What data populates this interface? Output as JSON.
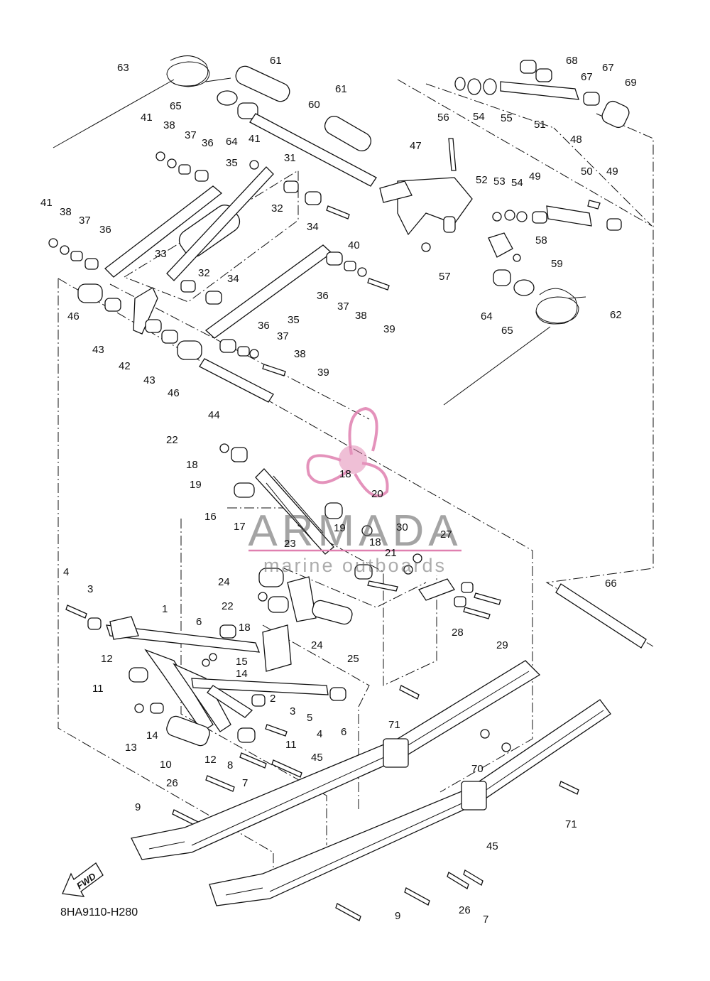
{
  "diagram_code": "8HA9110-H280",
  "fwd_label": "FWD",
  "watermark": {
    "brand": "ARMADA",
    "tagline": "marine outboards",
    "color": "#e080b0"
  },
  "callouts": [
    {
      "id": "c63a",
      "text": "63"
    },
    {
      "id": "c61a",
      "text": "61"
    },
    {
      "id": "c61b",
      "text": "61"
    },
    {
      "id": "c60",
      "text": "60"
    },
    {
      "id": "c65a",
      "text": "65"
    },
    {
      "id": "c64a",
      "text": "64"
    },
    {
      "id": "c41a",
      "text": "41"
    },
    {
      "id": "c38a",
      "text": "38"
    },
    {
      "id": "c37a",
      "text": "37"
    },
    {
      "id": "c36a",
      "text": "36"
    },
    {
      "id": "c41b",
      "text": "41"
    },
    {
      "id": "c31",
      "text": "31"
    },
    {
      "id": "c35a",
      "text": "35"
    },
    {
      "id": "c32a",
      "text": "32"
    },
    {
      "id": "c34a",
      "text": "34"
    },
    {
      "id": "c40",
      "text": "40"
    },
    {
      "id": "c41c",
      "text": "41"
    },
    {
      "id": "c38b",
      "text": "38"
    },
    {
      "id": "c37b",
      "text": "37"
    },
    {
      "id": "c36b",
      "text": "36"
    },
    {
      "id": "c33",
      "text": "33"
    },
    {
      "id": "c32b",
      "text": "32"
    },
    {
      "id": "c34b",
      "text": "34"
    },
    {
      "id": "c36c",
      "text": "36"
    },
    {
      "id": "c37c",
      "text": "37"
    },
    {
      "id": "c38c",
      "text": "38"
    },
    {
      "id": "c39a",
      "text": "39"
    },
    {
      "id": "c35b",
      "text": "35"
    },
    {
      "id": "c36d",
      "text": "36"
    },
    {
      "id": "c37d",
      "text": "37"
    },
    {
      "id": "c38d",
      "text": "38"
    },
    {
      "id": "c39b",
      "text": "39"
    },
    {
      "id": "c46a",
      "text": "46"
    },
    {
      "id": "c43a",
      "text": "43"
    },
    {
      "id": "c42",
      "text": "42"
    },
    {
      "id": "c43b",
      "text": "43"
    },
    {
      "id": "c46b",
      "text": "46"
    },
    {
      "id": "c44",
      "text": "44"
    },
    {
      "id": "c68",
      "text": "68"
    },
    {
      "id": "c67a",
      "text": "67"
    },
    {
      "id": "c67b",
      "text": "67"
    },
    {
      "id": "c69",
      "text": "69"
    },
    {
      "id": "c54a",
      "text": "54"
    },
    {
      "id": "c55",
      "text": "55"
    },
    {
      "id": "c51",
      "text": "51"
    },
    {
      "id": "c56",
      "text": "56"
    },
    {
      "id": "c47",
      "text": "47"
    },
    {
      "id": "c48",
      "text": "48"
    },
    {
      "id": "c52",
      "text": "52"
    },
    {
      "id": "c53",
      "text": "53"
    },
    {
      "id": "c54b",
      "text": "54"
    },
    {
      "id": "c49a",
      "text": "49"
    },
    {
      "id": "c50",
      "text": "50"
    },
    {
      "id": "c49b",
      "text": "49"
    },
    {
      "id": "c58",
      "text": "58"
    },
    {
      "id": "c59",
      "text": "59"
    },
    {
      "id": "c57",
      "text": "57"
    },
    {
      "id": "c64b",
      "text": "64"
    },
    {
      "id": "c65b",
      "text": "65"
    },
    {
      "id": "c62",
      "text": "62"
    },
    {
      "id": "c22a",
      "text": "22"
    },
    {
      "id": "c18a",
      "text": "18"
    },
    {
      "id": "c19a",
      "text": "19"
    },
    {
      "id": "c18b",
      "text": "18"
    },
    {
      "id": "c20",
      "text": "20"
    },
    {
      "id": "c16",
      "text": "16"
    },
    {
      "id": "c17",
      "text": "17"
    },
    {
      "id": "c19b",
      "text": "19"
    },
    {
      "id": "c30",
      "text": "30"
    },
    {
      "id": "c27",
      "text": "27"
    },
    {
      "id": "c23",
      "text": "23"
    },
    {
      "id": "c18c",
      "text": "18"
    },
    {
      "id": "c21",
      "text": "21"
    },
    {
      "id": "c24a",
      "text": "24"
    },
    {
      "id": "c22b",
      "text": "22"
    },
    {
      "id": "c18d",
      "text": "18"
    },
    {
      "id": "c24b",
      "text": "24"
    },
    {
      "id": "c25",
      "text": "25"
    },
    {
      "id": "c28",
      "text": "28"
    },
    {
      "id": "c29",
      "text": "29"
    },
    {
      "id": "c66",
      "text": "66"
    },
    {
      "id": "c4a",
      "text": "4"
    },
    {
      "id": "c3a",
      "text": "3"
    },
    {
      "id": "c1",
      "text": "1"
    },
    {
      "id": "c6a",
      "text": "6"
    },
    {
      "id": "c15",
      "text": "15"
    },
    {
      "id": "c14a",
      "text": "14"
    },
    {
      "id": "c12a",
      "text": "12"
    },
    {
      "id": "c11a",
      "text": "11"
    },
    {
      "id": "c2",
      "text": "2"
    },
    {
      "id": "c5",
      "text": "5"
    },
    {
      "id": "c6b",
      "text": "6"
    },
    {
      "id": "c3b",
      "text": "3"
    },
    {
      "id": "c4b",
      "text": "4"
    },
    {
      "id": "c13",
      "text": "13"
    },
    {
      "id": "c14b",
      "text": "14"
    },
    {
      "id": "c11b",
      "text": "11"
    },
    {
      "id": "c10",
      "text": "10"
    },
    {
      "id": "c12b",
      "text": "12"
    },
    {
      "id": "c8",
      "text": "8"
    },
    {
      "id": "c45a",
      "text": "45"
    },
    {
      "id": "c7a",
      "text": "7"
    },
    {
      "id": "c71a",
      "text": "71"
    },
    {
      "id": "c70",
      "text": "70"
    },
    {
      "id": "c71b",
      "text": "71"
    },
    {
      "id": "c26a",
      "text": "26"
    },
    {
      "id": "c9a",
      "text": "9"
    },
    {
      "id": "c45b",
      "text": "45"
    },
    {
      "id": "c26b",
      "text": "26"
    },
    {
      "id": "c7b",
      "text": "7"
    },
    {
      "id": "c9b",
      "text": "9"
    }
  ]
}
